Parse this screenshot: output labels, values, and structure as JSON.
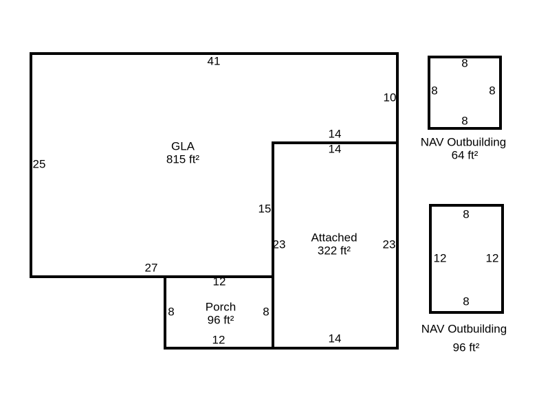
{
  "areas": {
    "gla": {
      "name": "GLA",
      "area": "815 ft²",
      "dims": {
        "top": "41",
        "right": "10",
        "inner_top": "14",
        "inner_left": "15",
        "bottom": "27",
        "left": "25"
      }
    },
    "attached": {
      "name": "Attached",
      "area": "322 ft²",
      "dims": {
        "top": "14",
        "left": "23",
        "right": "23",
        "bottom": "14"
      }
    },
    "porch": {
      "name": "Porch",
      "area": "96 ft²",
      "dims": {
        "top": "12",
        "left": "8",
        "right": "8",
        "bottom": "12"
      }
    },
    "outbuilding1": {
      "name": "NAV Outbuilding",
      "area": "64 ft²",
      "dims": {
        "top": "8",
        "left": "8",
        "right": "8",
        "bottom": "8"
      }
    },
    "outbuilding2": {
      "name": "NAV Outbuilding",
      "area": "96 ft²",
      "dims": {
        "top": "8",
        "left": "12",
        "right": "12",
        "bottom": "8"
      }
    }
  }
}
